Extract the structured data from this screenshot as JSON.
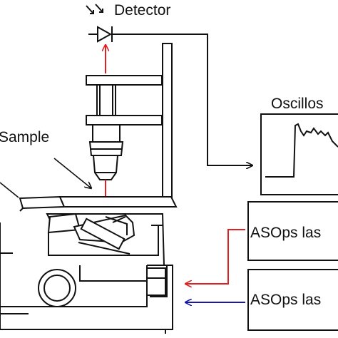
{
  "labels": {
    "detector": "Detector",
    "sample": "Sample",
    "oscilloscope": "Oscillos",
    "laser_1": "ASOps las",
    "laser_2": "ASOps las"
  },
  "colors": {
    "line": "#111111",
    "signal_arrow": "#e02020",
    "laser_1_beam": "#e02020",
    "laser_2_beam": "#1a1aa8",
    "background": "#ffffff"
  }
}
